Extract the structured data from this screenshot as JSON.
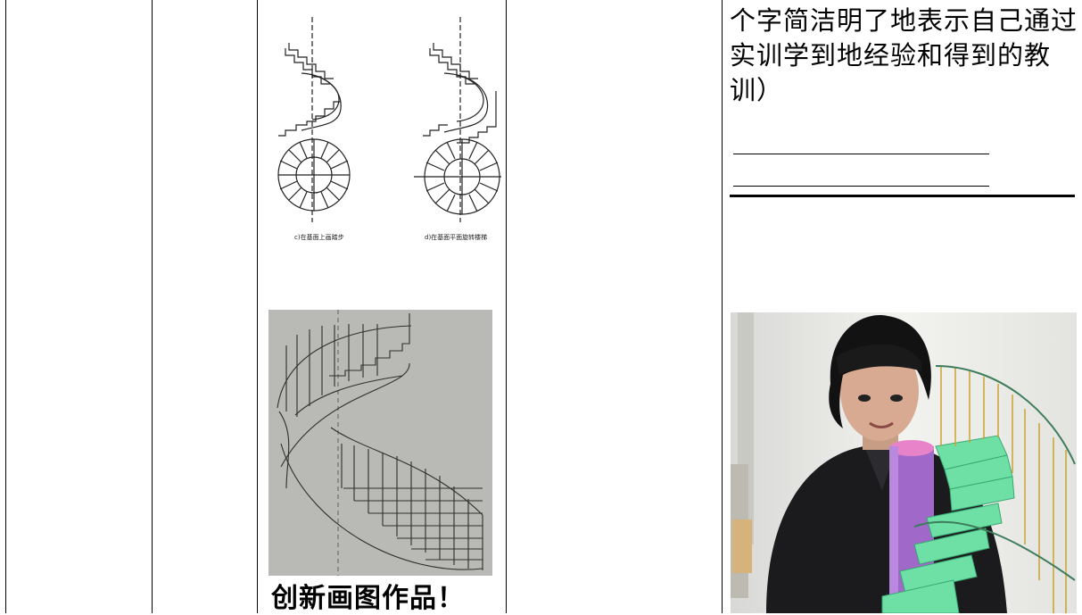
{
  "table": {
    "right_cell_text": "个字简洁明了地表示自己通过实训学到地经验和得到的教训）",
    "blank_line_1": "",
    "blank_line_2": ""
  },
  "figures": {
    "diagram_caption_left": "c)在基面上画踏步",
    "diagram_caption_right": "d)在基面平面旋转楼梯",
    "drawing_caption": "创新画图作品！"
  },
  "colors": {
    "border": "#000000",
    "paper_gray": "#b9b9b5",
    "jacket": "#1b1b1e",
    "model_green": "#6ee0a6",
    "purple_tube": "#9f68c9",
    "pink_cap": "#e882c9"
  }
}
